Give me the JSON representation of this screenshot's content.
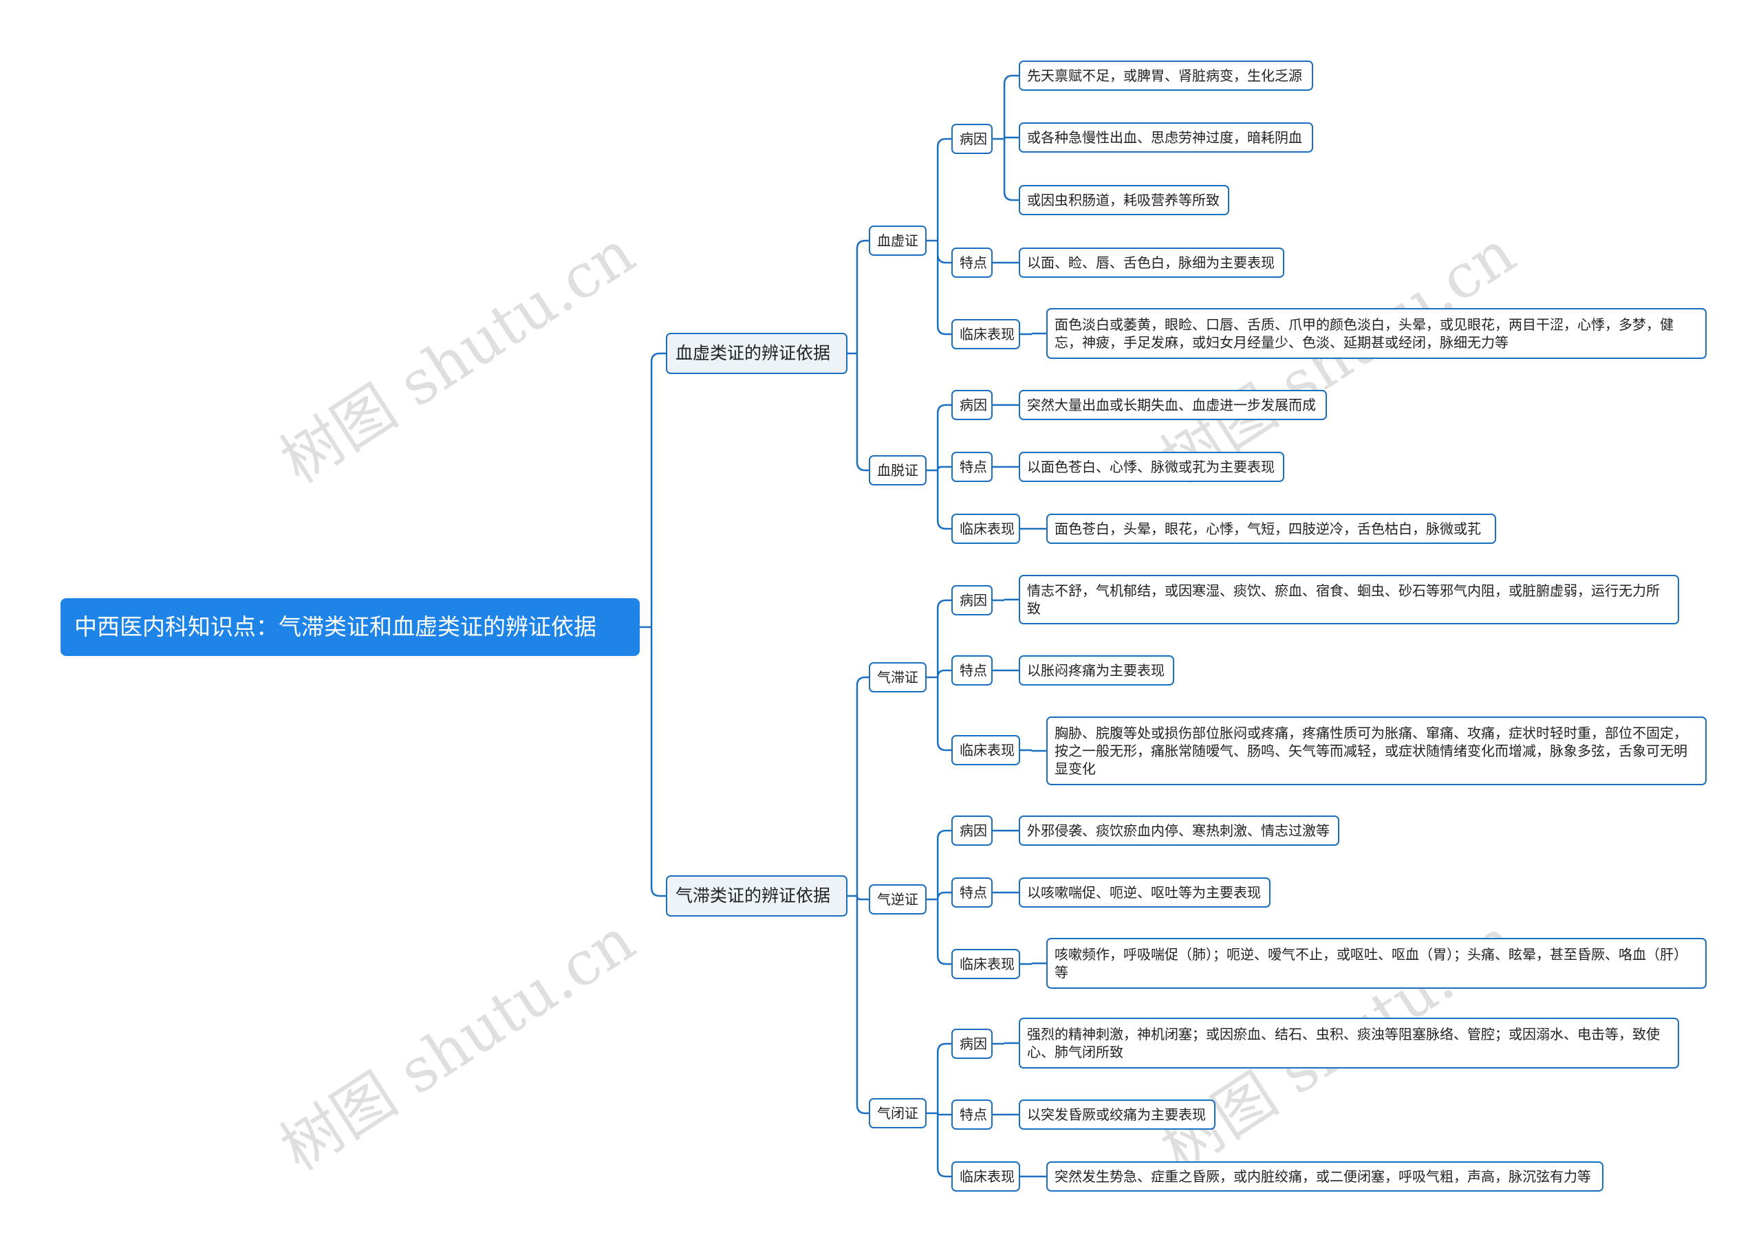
{
  "root": {
    "label": "中西医内科知识点：气滞类证和血虚类证的辨证依据"
  },
  "watermark": "树图 shutu.cn",
  "branches": [
    {
      "label": "血虚类证的辨证依据",
      "children": [
        {
          "label": "血虚证",
          "children": [
            {
              "label": "病因",
              "items": [
                "先天禀赋不足，或脾胃、肾脏病变，生化乏源",
                "或各种急慢性出血、思虑劳神过度，暗耗阴血",
                "或因虫积肠道，耗吸营养等所致"
              ]
            },
            {
              "label": "特点",
              "items": [
                "以面、睑、唇、舌色白，脉细为主要表现"
              ]
            },
            {
              "label": "临床表现",
              "items": [
                "面色淡白或萎黄，眼睑、口唇、舌质、爪甲的颜色淡白，头晕，或见眼花，两目干涩，心悸，多梦，健忘，神疲，手足发麻，或妇女月经量少、色淡、延期甚或经闭，脉细无力等"
              ]
            }
          ]
        },
        {
          "label": "血脱证",
          "children": [
            {
              "label": "病因",
              "items": [
                "突然大量出血或长期失血、血虚进一步发展而成"
              ]
            },
            {
              "label": "特点",
              "items": [
                "以面色苍白、心悸、脉微或芤为主要表现"
              ]
            },
            {
              "label": "临床表现",
              "items": [
                "面色苍白，头晕，眼花，心悸，气短，四肢逆冷，舌色枯白，脉微或芤"
              ]
            }
          ]
        }
      ]
    },
    {
      "label": "气滞类证的辨证依据",
      "children": [
        {
          "label": "气滞证",
          "children": [
            {
              "label": "病因",
              "items": [
                "情志不舒，气机郁结，或因寒湿、痰饮、瘀血、宿食、蛔虫、砂石等邪气内阻，或脏腑虚弱，运行无力所致"
              ]
            },
            {
              "label": "特点",
              "items": [
                "以胀闷疼痛为主要表现"
              ]
            },
            {
              "label": "临床表现",
              "items": [
                "胸胁、脘腹等处或损伤部位胀闷或疼痛，疼痛性质可为胀痛、窜痛、攻痛，症状时轻时重，部位不固定，按之一般无形，痛胀常随嗳气、肠鸣、矢气等而减轻，或症状随情绪变化而增减，脉象多弦，舌象可无明显变化"
              ]
            }
          ]
        },
        {
          "label": "气逆证",
          "children": [
            {
              "label": "病因",
              "items": [
                "外邪侵袭、痰饮瘀血内停、寒热刺激、情志过激等"
              ]
            },
            {
              "label": "特点",
              "items": [
                "以咳嗽喘促、呃逆、呕吐等为主要表现"
              ]
            },
            {
              "label": "临床表现",
              "items": [
                "咳嗽频作，呼吸喘促（肺）；呃逆、嗳气不止，或呕吐、呕血（胃）；头痛、眩晕，甚至昏厥、咯血（肝）等"
              ]
            }
          ]
        },
        {
          "label": "气闭证",
          "children": [
            {
              "label": "病因",
              "items": [
                "强烈的精神刺激，神机闭塞；或因瘀血、结石、虫积、痰浊等阻塞脉络、管腔；或因溺水、电击等，致使心、肺气闭所致"
              ]
            },
            {
              "label": "特点",
              "items": [
                "以突发昏厥或绞痛为主要表现"
              ]
            },
            {
              "label": "临床表现",
              "items": [
                "突然发生势急、症重之昏厥，或内脏绞痛，或二便闭塞，呼吸气粗，声高，脉沉弦有力等"
              ]
            }
          ]
        }
      ]
    }
  ]
}
